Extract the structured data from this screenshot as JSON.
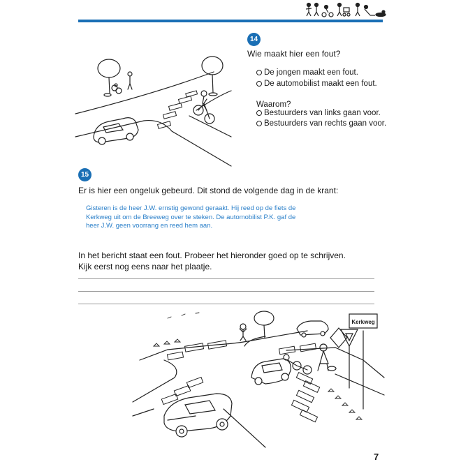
{
  "q14": {
    "number": "14",
    "question": "Wie maakt hier een fout?",
    "options": [
      "De jongen maakt een fout.",
      "De automobilist maakt een fout."
    ],
    "question2": "Waarom?",
    "options2": [
      "Bestuurders van links gaan voor.",
      "Bestuurders van rechts gaan voor."
    ]
  },
  "q15": {
    "number": "15",
    "intro": "Er is hier een ongeluk gebeurd. Dit stond de volgende dag in de krant:",
    "newspaper_lines": [
      "Gisteren is de heer J.W. ernstig gewond geraakt. Hij reed op de fiets de",
      "Kerkweg uit om de Breeweg over te steken. De automobilist P.K. gaf de",
      "heer J.W. geen voorrang en reed hem aan."
    ],
    "instruction_lines": [
      "In het bericht staat een fout. Probeer het hieronder goed op te schrijven.",
      "Kijk eerst nog eens naar het plaatje."
    ]
  },
  "street_sign": "Kerkweg",
  "page_number": "7",
  "colors": {
    "accent": "#1a6fb5",
    "newspaper_text": "#2a7fc9"
  }
}
